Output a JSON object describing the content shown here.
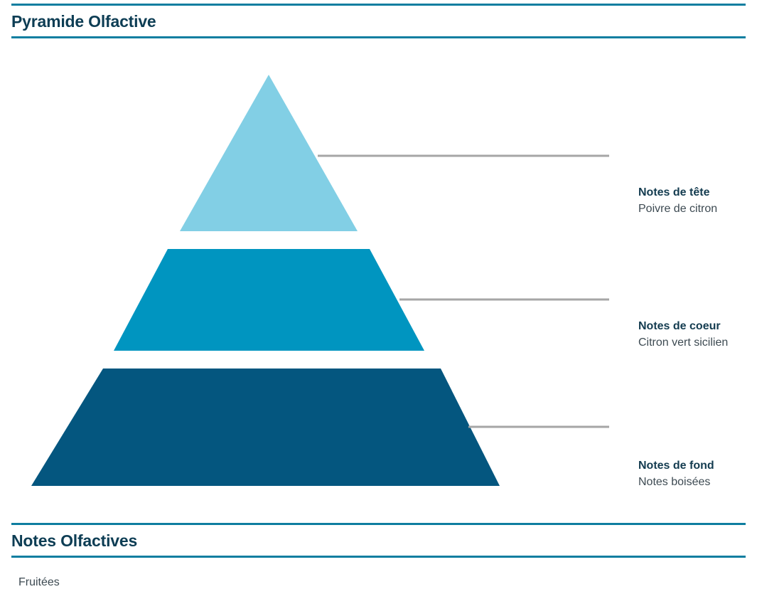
{
  "pyramid_section": {
    "title": "Pyramide Olfactive",
    "rule_color": "#0e7ea0",
    "title_color": "#0d3d54"
  },
  "notes_section": {
    "title": "Notes Olfactives",
    "items": [
      "Fruitées"
    ]
  },
  "chart_data": {
    "type": "pyramid",
    "title": "Pyramide Olfactive",
    "connector_color": "#a6a6a6",
    "tiers": [
      {
        "label": "Notes de tête",
        "value": "Poivre de citron",
        "color": "#82cfe5",
        "level": 1
      },
      {
        "label": "Notes de coeur",
        "value": "Citron vert sicilien",
        "color": "#0095c0",
        "level": 2
      },
      {
        "label": "Notes de fond",
        "value": "Notes boisées",
        "color": "#04567f",
        "level": 3
      }
    ]
  }
}
